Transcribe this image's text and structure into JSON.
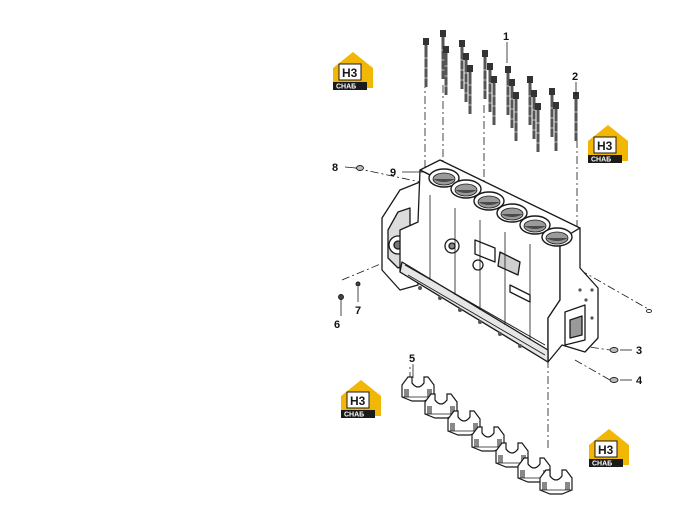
{
  "callouts": {
    "c1": "1",
    "c2": "2",
    "c3": "3",
    "c4": "4",
    "c5": "5",
    "c6": "6",
    "c7": "7",
    "c8": "8",
    "c9": "9"
  },
  "watermark": {
    "mark": "H3",
    "word": "CHAБ"
  },
  "colors": {
    "logo_yellow": "#f2b705",
    "logo_black": "#1a1a1a",
    "line": "#1a1a1a",
    "hatch": "#6b6b6b"
  }
}
